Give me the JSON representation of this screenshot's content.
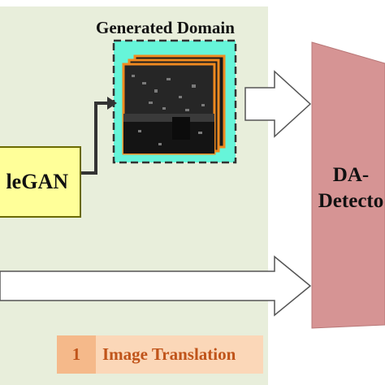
{
  "generated_domain": {
    "title": "Generated Domain"
  },
  "cyclegan": {
    "label": "leGAN"
  },
  "detector": {
    "line1": "DA-",
    "line2": "Detecto"
  },
  "stage": {
    "number": "1",
    "label": "Image Translation"
  },
  "colors": {
    "panel_bg": "#e8eedb",
    "cyclegan_fill": "#ffff99",
    "highlight": "#66f5d9",
    "detector_fill": "#d69494",
    "badge_dark": "#f5b98a",
    "badge_light": "#fbd7b8",
    "badge_text": "#c0541a"
  }
}
